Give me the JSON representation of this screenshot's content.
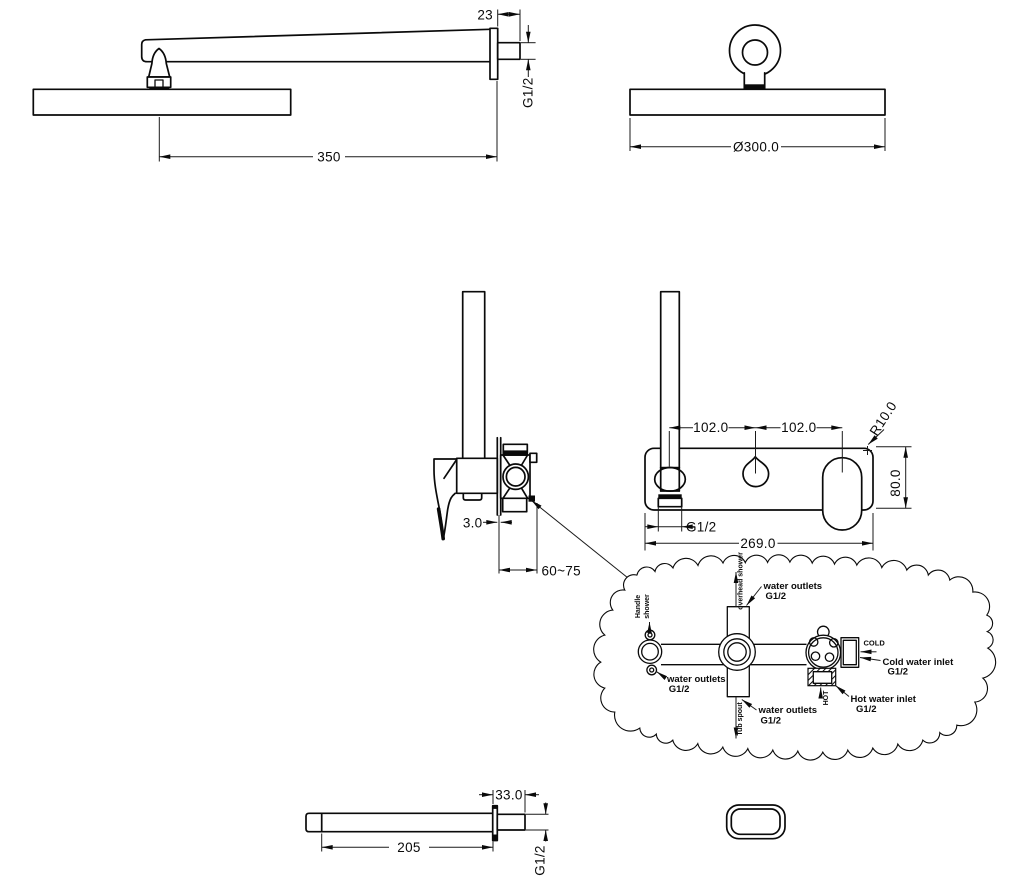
{
  "views": {
    "arm_side": {
      "dim_offset": "23",
      "thread": "G1/2",
      "dim_length": "350"
    },
    "head_front": {
      "dim_diameter": "Ø300.0"
    },
    "valve_side": {
      "dim_plate_thickness": "3.0",
      "dim_mount_depth": "60~75"
    },
    "mixer_front": {
      "dim_spacing_left": "102.0",
      "dim_spacing_right": "102.0",
      "corner_radius": "R10.0",
      "dim_plate_height": "80.0",
      "thread": "G1/2",
      "dim_plate_width": "269.0"
    },
    "detail_cloud": {
      "handle_label_line1": "Handle",
      "handle_label_line2": "shower",
      "overhead_label": "overhead shower",
      "tub_label": "Tub spout",
      "outlet_top_line1": "water outlets",
      "outlet_top_line2": "G1/2",
      "outlet_left_line1": "water outlets",
      "outlet_left_line2": "G1/2",
      "outlet_bottom_line1": "water outlets",
      "outlet_bottom_line2": "G1/2",
      "cold_tag": "COLD",
      "hot_tag": "HOT",
      "cold_inlet_line1": "Cold water inlet",
      "cold_inlet_line2": "G1/2",
      "hot_inlet_line1": "Hot water inlet",
      "hot_inlet_line2": "G1/2"
    },
    "spout_side": {
      "dim_stub": "33.0",
      "dim_length": "205",
      "thread": "G1/2"
    }
  }
}
